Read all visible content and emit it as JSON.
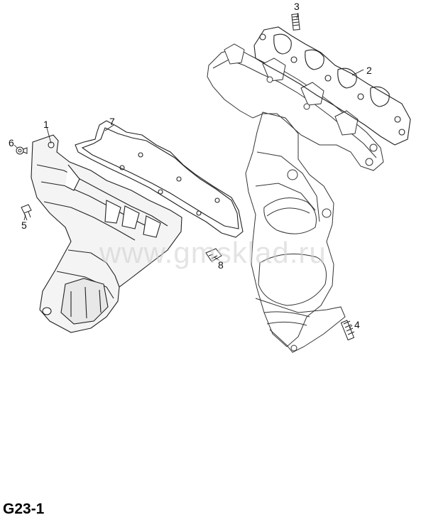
{
  "diagram": {
    "callouts": [
      {
        "id": "1",
        "label": "1"
      },
      {
        "id": "2",
        "label": "2"
      },
      {
        "id": "3",
        "label": "3"
      },
      {
        "id": "4",
        "label": "4"
      },
      {
        "id": "5",
        "label": "5"
      },
      {
        "id": "6",
        "label": "6"
      },
      {
        "id": "7",
        "label": "7"
      },
      {
        "id": "8",
        "label": "8"
      }
    ],
    "watermark": "www.gmsklad.ru",
    "page_code": "G23-1"
  }
}
